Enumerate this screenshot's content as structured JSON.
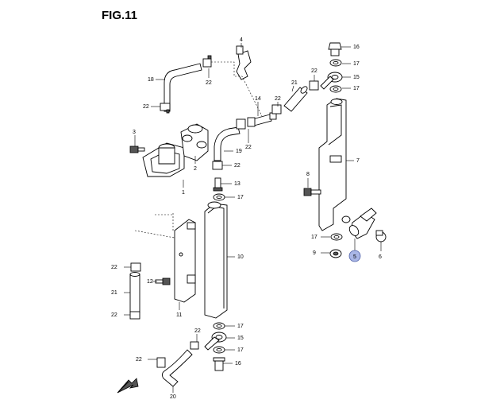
{
  "figure": {
    "title": "FIG.11"
  },
  "callouts": {
    "c1": "1",
    "c2": "2",
    "c3": "3",
    "c4": "4",
    "c5": "5",
    "c6": "6",
    "c7": "7",
    "c8": "8",
    "c9": "9",
    "c10": "10",
    "c11": "11",
    "c12": "12",
    "c13": "13",
    "c14": "14",
    "c15a": "15",
    "c15b": "15",
    "c16a": "16",
    "c16b": "16",
    "c17a": "17",
    "c17b": "17",
    "c17c": "17",
    "c17d": "17",
    "c17e": "17",
    "c17f": "17",
    "c18": "18",
    "c19": "19",
    "c20": "20",
    "c21a": "21",
    "c21b": "21",
    "c22a": "22",
    "c22b": "22",
    "c22c": "22",
    "c22d": "22",
    "c22e": "22",
    "c22f": "22",
    "c22g": "22",
    "c22h": "22",
    "c22i": "22",
    "c22j": "22"
  },
  "colors": {
    "highlight": "#a9b6e6",
    "line": "#000000"
  }
}
